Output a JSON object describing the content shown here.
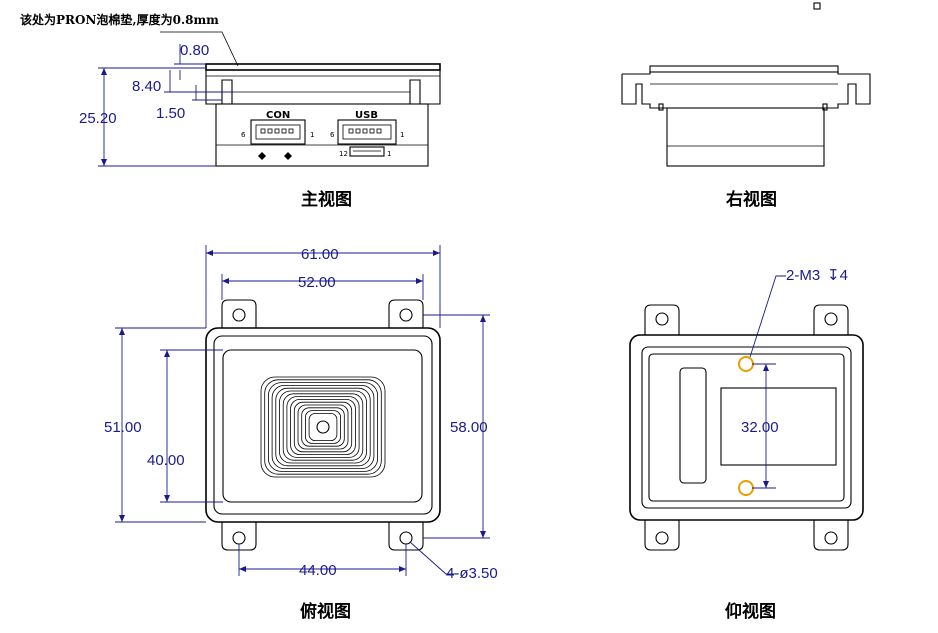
{
  "captions": {
    "front": "主视图",
    "right": "右视图",
    "top": "俯视图",
    "bottom": "仰视图"
  },
  "note": "该处为PRON泡棉垫,厚度为0.8mm",
  "connectors": {
    "con_label": "CON",
    "usb_label": "USB",
    "con_pin_left": "6",
    "con_pin_right": "1",
    "usb_pin_left": "6",
    "usb_pin_right": "1",
    "fpc_pin_left": "12",
    "fpc_pin_right": "1"
  },
  "dimensions": {
    "foam": "0.80",
    "upper": "8.40",
    "step": "1.50",
    "height": "25.20",
    "width_outer": "61.00",
    "width_inner": "52.00",
    "depth_outer": "51.00",
    "depth_inner": "40.00",
    "length_overall": "58.00",
    "hole_spacing": "44.00",
    "holes": "4-ø3.50",
    "thread": "2-M3",
    "thread_depth": "↧4",
    "thread_spacing": "32.00"
  },
  "colors": {
    "dimension": "#1a1a8c",
    "hole_highlight": "#e6a100",
    "outline": "#000000"
  }
}
